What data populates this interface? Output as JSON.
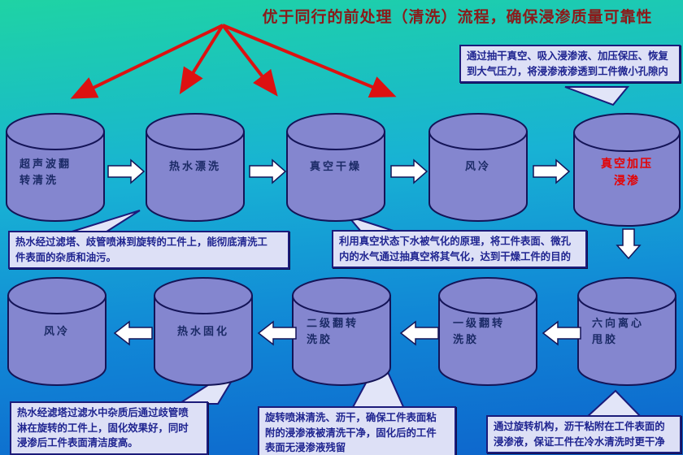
{
  "title": "优于同行的前处理（清洗）流程，确保浸渗质量可靠性",
  "colors": {
    "bg_top": "#1fd3a4",
    "bg_mid": "#18b2d4",
    "bg_bottom": "#0d64cc",
    "cylinder_fill": "#8486cf",
    "cylinder_outline": "#141457",
    "label_text": "#1b2a66",
    "highlight_red": "#e60000",
    "title_red": "#8b1a1a",
    "arrow_red": "#dd1111",
    "block_arrow_fill": "#ffffff",
    "callout_bg": "#dde0f6",
    "callout_border": "#1b1b7a",
    "callout_text": "#1f2490"
  },
  "process_steps": {
    "top_row": [
      {
        "id": "ultrasonic-rotary-clean",
        "label": "超声波翻\n转清洗"
      },
      {
        "id": "hot-water-rinse",
        "label": "热水漂洗"
      },
      {
        "id": "vacuum-dry",
        "label": "真空干燥"
      },
      {
        "id": "air-cool",
        "label": "风冷"
      },
      {
        "id": "vacuum-pressure-impregnation",
        "label": "真空加压\n浸渗",
        "highlight": true
      }
    ],
    "bottom_row": [
      {
        "id": "air-cool-2",
        "label": "风冷"
      },
      {
        "id": "hot-water-cure",
        "label": "热水固化"
      },
      {
        "id": "stage2-rotary-glue-wash",
        "label": "二级翻转\n洗胶"
      },
      {
        "id": "stage1-rotary-glue-wash",
        "label": "一级翻转\n洗胶"
      },
      {
        "id": "six-way-centrifugal-spin",
        "label": "六向离心\n甩胶"
      }
    ]
  },
  "callouts": {
    "impregnation_note": "通过抽干真空、吸入浸渗液、加压保压、恢复\n到大气压力，将浸渗液渗透到工件微小孔隙内",
    "hot_rinse_note": "热水经过滤塔、歧管喷淋到旋转的工件上，能彻底清洗工\n件表面的杂质和油污。",
    "vacuum_dry_note": "利用真空状态下水被气化的原理，将工件表面、微孔\n内的水气通过抽真空将其气化，达到干燥工件的目的",
    "cure_note": "热水经滤塔过滤水中杂质后通过歧管喷\n淋在旋转的工件上，固化效果好，同时\n浸渗后工件表面清洁度高。",
    "glue_wash_note": "旋转喷淋清洗、沥干，确保工件表面粘\n附的浸渗液被清洗干净，固化后的工件\n表面无浸渗液残留",
    "spin_note": "通过旋转机构，沥干粘附在工件表面的\n浸渗液，保证工件在冷水清洗时更干净"
  }
}
